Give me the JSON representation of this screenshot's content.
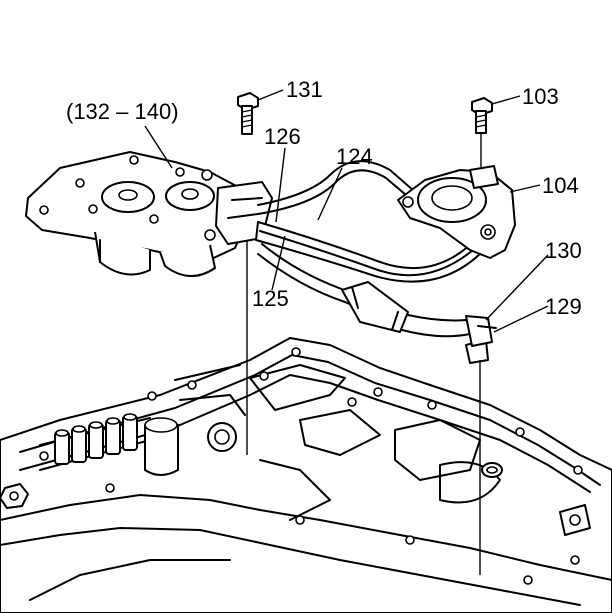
{
  "callouts": {
    "c132_140": "(132 – 140)",
    "c131": "131",
    "c126": "126",
    "c124": "124",
    "c103": "103",
    "c104": "104",
    "c125": "125",
    "c130": "130",
    "c129": "129"
  }
}
